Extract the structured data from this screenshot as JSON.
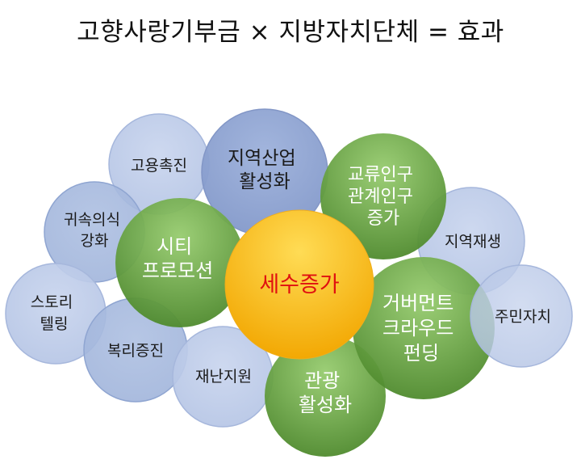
{
  "title": "고향사랑기부금 × 지방자치단체 = 효과",
  "colors": {
    "blue_fill": "#a9bbdf",
    "blue_stroke": "#8fa5d1",
    "green_dark": "#4e8a2c",
    "green_light": "#8dc267",
    "center_dark": "#f0a500",
    "center_light": "#ffd54a",
    "center_text": "#e01010",
    "text_dark": "#1a1a1a",
    "text_light": "#ffffff"
  },
  "bubbles": {
    "employment": {
      "lines": [
        "고용촉진"
      ]
    },
    "regional_industry": {
      "lines": [
        "지역산업",
        "활성화"
      ]
    },
    "awareness": {
      "lines": [
        "귀속의식",
        "강화"
      ]
    },
    "storytelling": {
      "lines": [
        "스토리",
        "텔링"
      ]
    },
    "welfare": {
      "lines": [
        "복리증진"
      ]
    },
    "disaster": {
      "lines": [
        "재난지원"
      ]
    },
    "regional_revival": {
      "lines": [
        "지역재생"
      ]
    },
    "resident_autonomy": {
      "lines": [
        "주민자치"
      ]
    },
    "city_promotion": {
      "lines": [
        "시티",
        "프로모션"
      ]
    },
    "exchange_population": {
      "lines": [
        "교류인구",
        "관계인구",
        "증가"
      ]
    },
    "governance_funding": {
      "lines": [
        "거버먼트",
        "크라우드",
        "펀딩"
      ]
    },
    "tourism": {
      "lines": [
        "관광",
        "활성화"
      ]
    },
    "tax_increase": {
      "lines": [
        "세수증가"
      ]
    }
  }
}
